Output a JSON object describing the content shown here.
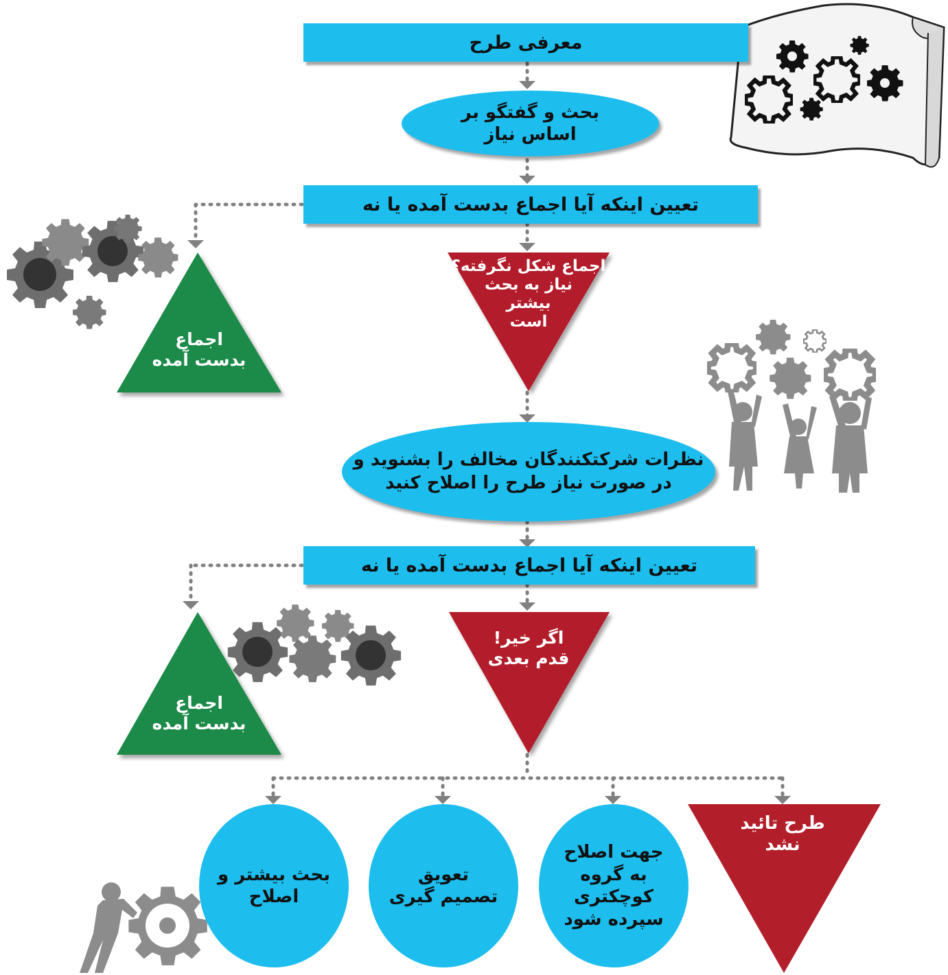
{
  "colors": {
    "blue": "#1dbdee",
    "red": "#b31e2b",
    "green": "#1f8a4a",
    "gray": "#777777",
    "connector": "#808080"
  },
  "steps": {
    "intro": "معرفی طرح",
    "discussion": "بحث و گفتگو بر\nاساس نیاز",
    "determine1": "تعیین اینکه آیا اجماع بدست آمده یا نه",
    "consensus1": "اجماع\nبدست آمده",
    "no_consensus": "اجماع شکل نگرفته؟\nنیاز به بحث\nبیشتر\nاست",
    "listen": "نظرات شرکتکنندگان مخالف را بشنوید و\nدر صورت نیاز طرح را اصلاح کنید",
    "determine2": "تعیین اینکه آیا اجماع بدست آمده یا نه",
    "consensus2": "اجماع\nبدست آمده",
    "if_no": "اگر خیر!\nقدم بعدی"
  },
  "outcomes": {
    "more_discussion": "بحث بیشتر و\nاصلاح",
    "postpone": "تعویق\nتصمیم گیری",
    "small_group": "جهت اصلاح\nبه گروه\nکوچکتری\nسپرده شود",
    "rejected": "طرح تائید\nنشد"
  },
  "icons": {
    "scroll": "gears-scroll-icon",
    "gears_cluster_1": "gear-cluster-icon",
    "gears_cluster_2": "gear-cluster-icon",
    "people_gears": "people-holding-gears-icon",
    "person_pushing": "person-pushing-gear-icon"
  }
}
